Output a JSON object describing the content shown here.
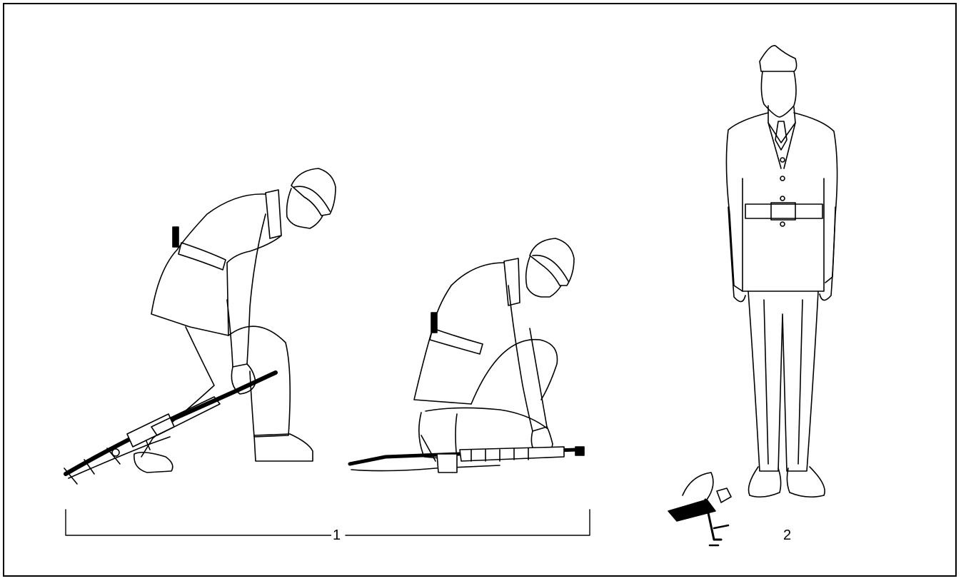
{
  "figure": {
    "callouts": [
      {
        "id": "1",
        "text": "1"
      },
      {
        "id": "2",
        "text": "2"
      }
    ]
  },
  "colors": {
    "line": "#000000",
    "background": "#ffffff"
  }
}
